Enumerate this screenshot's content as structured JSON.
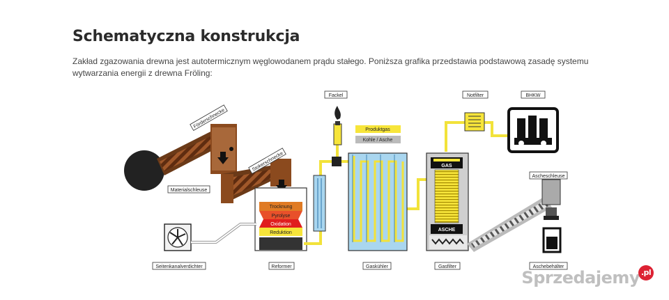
{
  "heading": "Schematyczna konstrukcja",
  "intro": "Zakład zgazowania drewna jest autotermicznym węglowodanem prądu stałego. Poniższa grafika przedstawia podstawową zasadę systemu wytwarzania energii z drewna Fröling:",
  "labels": {
    "fackel": "Fackel",
    "notfilter": "Notfilter",
    "bhkw": "BHKW",
    "foerderschnecke": "Förderschnecke",
    "stokerschnecke": "Stokerschnecke",
    "materialschleuse": "Materialschleuse",
    "ascheschleuse": "Ascheschleuse",
    "seitenkanalverdichter": "Seitenkanalverdichter",
    "reformer": "Reformer",
    "gaskuehler": "Gaskühler",
    "gasfilter": "Gasfilter",
    "aschebehaelter": "Aschebehälter"
  },
  "legend": {
    "produktgas": "Produktgas",
    "kohle_asche": "Kohle / Asche"
  },
  "zones": {
    "trocknung": "Trocknung",
    "pyrolyse": "Pyrolyse",
    "oxidation": "Oxidation",
    "reduktion": "Reduktion"
  },
  "filter_labels": {
    "gas": "GAS",
    "asche": "ASCHE"
  },
  "watermark": {
    "text": "Sprzedajemy",
    "suffix": ".pl"
  },
  "colors": {
    "gas_pipe": "#f2e23a",
    "water": "#a9d6ef",
    "screw": "#8b4a1e",
    "trocknung": "#e07b24",
    "pyrolyse": "#e8502a",
    "oxidation": "#e01e1e",
    "reduktion": "#f7e53a",
    "grey_body": "#cfcfcf"
  }
}
